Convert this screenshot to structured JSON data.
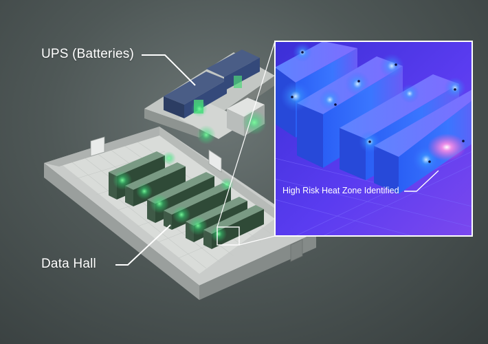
{
  "callouts": {
    "ups": "UPS (Batteries)",
    "data_hall": "Data Hall",
    "heat_zone": "High Risk Heat Zone Identified"
  },
  "colors": {
    "background": "#4f5857",
    "server_glow": "#36e07a",
    "thermal_base": "#6a3cf0",
    "hotspot": "#ff6ad8",
    "callout_line": "#ffffff"
  }
}
